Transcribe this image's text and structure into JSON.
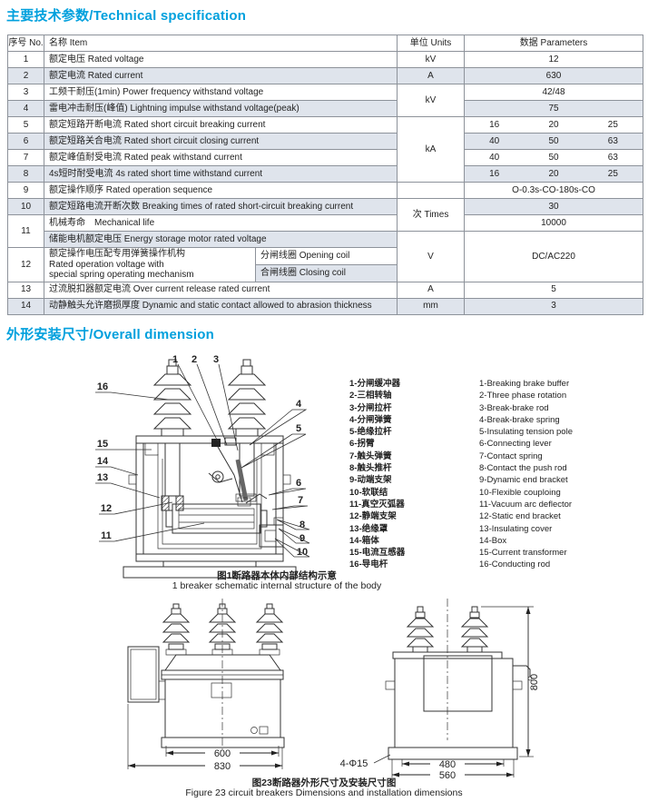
{
  "colors": {
    "accent": "#00a0dd",
    "row_shade": "#dfe4ec",
    "border": "#8d929a"
  },
  "sections": {
    "technical_title": "主要技术参数/Technical specification",
    "dimension_title": "外形安装尺寸/Overall dimension"
  },
  "table": {
    "header": {
      "no": "序号 No.",
      "item": "名称 Item",
      "units": "单位 Units",
      "parameters": "数据 Parameters"
    },
    "rows": {
      "r1": {
        "no": "1",
        "item": "额定电压 Rated voltage",
        "unit": "kV",
        "value": "12"
      },
      "r2": {
        "no": "2",
        "item": "额定电流 Rated current",
        "unit": "A",
        "value": "630"
      },
      "r3": {
        "no": "3",
        "item": "工频干耐压(1min) Power frequency withstand voltage",
        "value": "42/48"
      },
      "r4": {
        "no": "4",
        "item": "雷电冲击耐压(峰值) Lightning impulse withstand voltage(peak)",
        "value": "75"
      },
      "unit_3_4": "kV",
      "r5": {
        "no": "5",
        "item": "额定短路开断电流 Rated short circuit breaking current",
        "v1": "16",
        "v2": "20",
        "v3": "25"
      },
      "r6": {
        "no": "6",
        "item": "额定短路关合电流 Rated short circuit closing current",
        "v1": "40",
        "v2": "50",
        "v3": "63"
      },
      "r7": {
        "no": "7",
        "item": "额定峰值耐受电流 Rated peak withstand current",
        "v1": "40",
        "v2": "50",
        "v3": "63"
      },
      "r8": {
        "no": "8",
        "item": "4s短时耐受电流 4s rated short time withstand current",
        "v1": "16",
        "v2": "20",
        "v3": "25"
      },
      "unit_5_8": "kA",
      "r9": {
        "no": "9",
        "item": "额定操作顺序 Rated operation sequence",
        "unit": "",
        "value": "O-0.3s-CO-180s-CO"
      },
      "r10": {
        "no": "10",
        "item": "额定短路电流开断次数 Breaking times of rated short-circuit breaking current",
        "value": "30"
      },
      "unit_10_11": "次 Times",
      "r11": {
        "no": "11",
        "item_a": "机械寿命　Mechanical life",
        "value_a": "10000",
        "item_b": "储能电机额定电压 Energy storage motor rated voltage"
      },
      "r12": {
        "no": "12",
        "item": "额定操作电压配专用弹簧操作机构\nRated operation voltage with\nspecial spring operating mechanism",
        "sub1": "分闸线圈 Opening coil",
        "sub2": "合闸线圈 Closing coil"
      },
      "unit_11_12": "V",
      "value_11_12": "DC/AC220",
      "r13": {
        "no": "13",
        "item": "过流脱扣器额定电流 Over current release rated current",
        "unit": "A",
        "value": "5"
      },
      "r14": {
        "no": "14",
        "item": "动静触头允许磨损厚度 Dynamic and static contact allowed to abrasion thickness",
        "unit": "mm",
        "value": "3"
      }
    }
  },
  "figure1": {
    "callouts": {
      "n1": "1",
      "n2": "2",
      "n3": "3",
      "n4": "4",
      "n5": "5",
      "n6": "6",
      "n7": "7",
      "n8": "8",
      "n9": "9",
      "n10": "10",
      "n11": "11",
      "n12": "12",
      "n13": "13",
      "n14": "14",
      "n15": "15",
      "n16": "16"
    },
    "parts_cn": [
      "1-分闸缓冲器",
      "2-三相转轴",
      "3-分闸拉杆",
      "4-分闸弹簧",
      "5-绝缘拉杆",
      "6-拐臂",
      "7-触头弹簧",
      "8-触头推杆",
      "9-动端支架",
      "10-软联结",
      "11-真空灭弧器",
      "12-静端支架",
      "13-绝缘罩",
      "14-箱体",
      "15-电流互感器",
      "16-导电杆"
    ],
    "parts_en": [
      "1-Breaking brake buffer",
      "2-Three phase rotation",
      "3-Break-brake rod",
      "4-Break-brake spring",
      "5-Insulating tension pole",
      "6-Connecting lever",
      "7-Contact spring",
      "8-Contact the push rod",
      "9-Dynamic end bracket",
      "10-Flexible couploing",
      "11-Vacuum arc deflector",
      "12-Static end bracket",
      "13-Insulating cover",
      "14-Box",
      "15-Current transformer",
      "16-Conducting rod"
    ],
    "caption_cn": "图1断路器本体内部结构示意",
    "caption_en": "1 breaker schematic internal structure of the body"
  },
  "figure23": {
    "dim_600": "600",
    "dim_830": "830",
    "dim_480": "480",
    "dim_560": "560",
    "dim_800": "800",
    "holes_label": "4-Φ15",
    "caption_cn": "图23断路器外形尺寸及安装尺寸图",
    "caption_en": "Figure 23 circuit breakers Dimensions and installation dimensions"
  }
}
